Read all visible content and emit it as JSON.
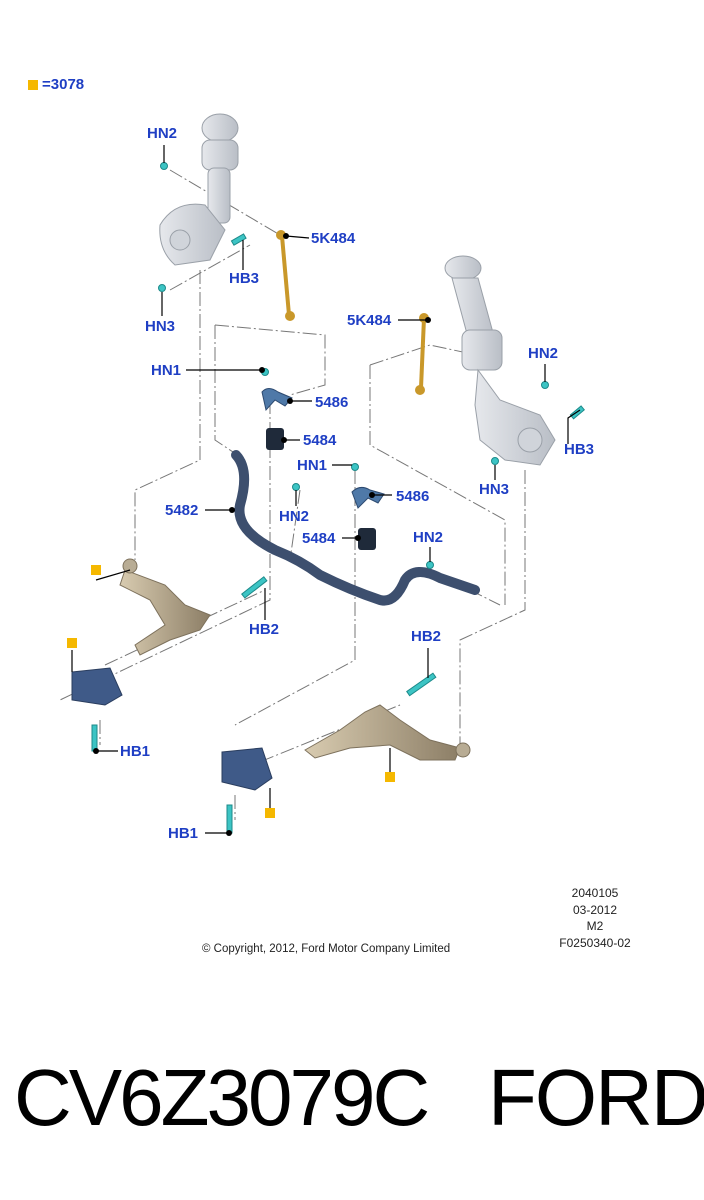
{
  "legend": {
    "equals": "=",
    "number": "3078",
    "marker_color": "#f5b800",
    "highlight_color": "#e01818"
  },
  "labels": {
    "hn2_top": "HN2",
    "hb3_left": "HB3",
    "hn3_left": "HN3",
    "k5484_left": "5K484",
    "k5484_right": "5K484",
    "hn2_right": "HN2",
    "hb3_right": "HB3",
    "hn3_right": "HN3",
    "hn1_left": "HN1",
    "p5486_left": "5486",
    "p5484_left": "5484",
    "hn1_right": "HN1",
    "p5486_right": "5486",
    "p5482": "5482",
    "hn2_mid": "HN2",
    "p5484_right": "5484",
    "hn2_right_low": "HN2",
    "hb2_left": "HB2",
    "hb2_right": "HB2",
    "hb1_left": "HB1",
    "hb1_right": "HB1"
  },
  "meta": {
    "line1": "2040105",
    "line2": "03-2012",
    "line3": "M2",
    "line4": "F0250340-02"
  },
  "copyright": "© Copyright, 2012, Ford Motor Company Limited",
  "footer": {
    "part_number": "CV6Z3079C",
    "brand": "FORD"
  },
  "colors": {
    "label": "#1f3fc4",
    "part_gray": "#c8ccd2",
    "bar_blue": "#3d4f6e",
    "link_gold": "#c9982a",
    "bolt_teal": "#3cc4c4"
  }
}
